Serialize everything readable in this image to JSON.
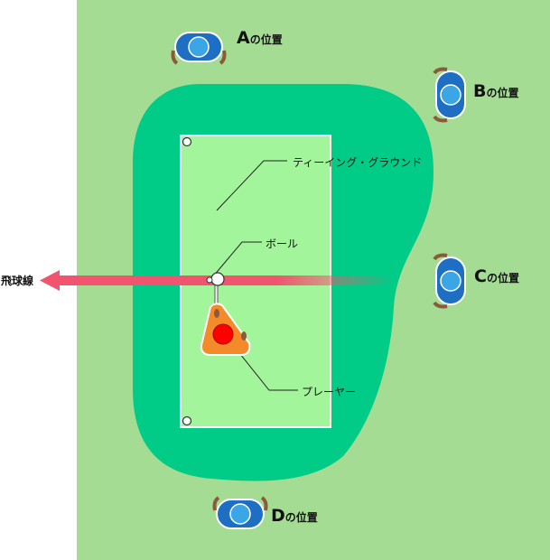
{
  "labels": {
    "teeing_ground": "ティーイング・グラウンド",
    "ball": "ボール",
    "player": "プレーヤー",
    "flight_line": "飛球線"
  },
  "positions": [
    {
      "letter": "A",
      "suffix": "の位置"
    },
    {
      "letter": "B",
      "suffix": "の位置"
    },
    {
      "letter": "C",
      "suffix": "の位置"
    },
    {
      "letter": "D",
      "suffix": "の位置"
    }
  ],
  "colors": {
    "field": "#a4dc94",
    "rough": "#00cc88",
    "teeing_ground": "#a3f59b",
    "arrow": "#f0546e",
    "player": "#f38b2a",
    "head": "#ff0000",
    "spectator_cap": "#1e6fc4",
    "spectator_head": "#3aa6e6"
  },
  "icons": [
    "flight-arrow-icon",
    "spectator-icon",
    "player-icon",
    "ball-icon",
    "tee-marker-icon"
  ]
}
